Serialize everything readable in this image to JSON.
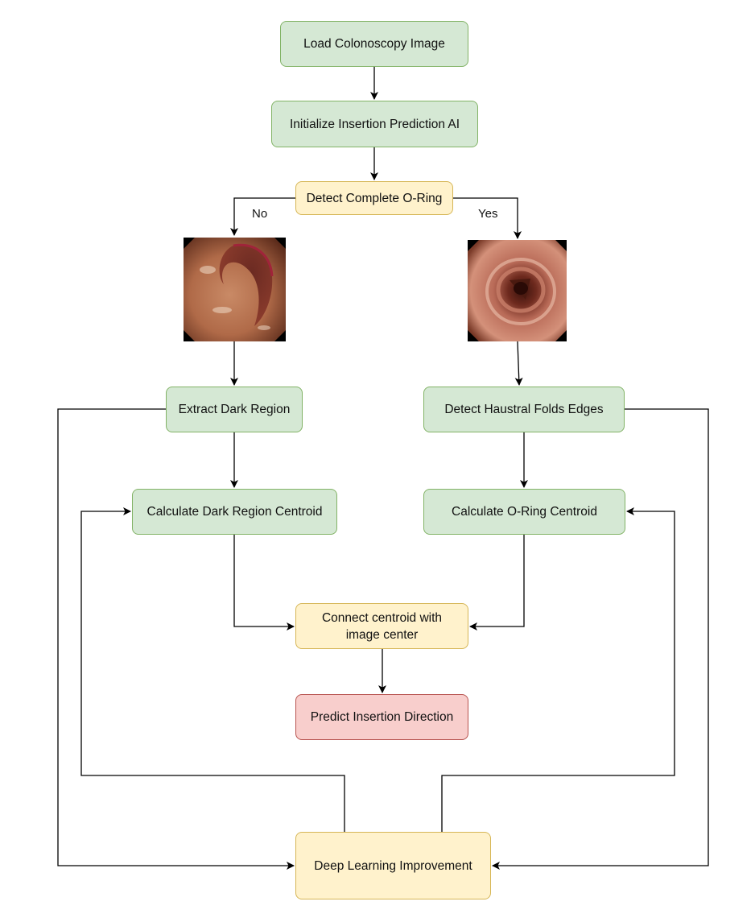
{
  "nodes": {
    "load_image": "Load Colonoscopy Image",
    "init_ai": "Initialize Insertion Prediction AI",
    "detect_oring": "Detect Complete O-Ring",
    "extract_dark": "Extract Dark Region",
    "dark_centroid": "Calculate Dark Region Centroid",
    "haustral": "Detect Haustral Folds Edges",
    "oring_centroid": "Calculate O-Ring Centroid",
    "connect": "Connect centroid with image center",
    "predict": "Predict Insertion Direction",
    "deep_learning": "Deep Learning Improvement"
  },
  "edge_labels": {
    "no": "No",
    "yes": "Yes"
  },
  "colors": {
    "process_fill": "#d5e8d4",
    "process_stroke": "#82b366",
    "decision_fill": "#fff2cc",
    "decision_stroke": "#d6b656",
    "output_fill": "#f8cecc",
    "output_stroke": "#b85450"
  },
  "images": {
    "left_photo": "colonoscopy-image-dark-region",
    "right_photo": "colonoscopy-image-o-ring"
  }
}
